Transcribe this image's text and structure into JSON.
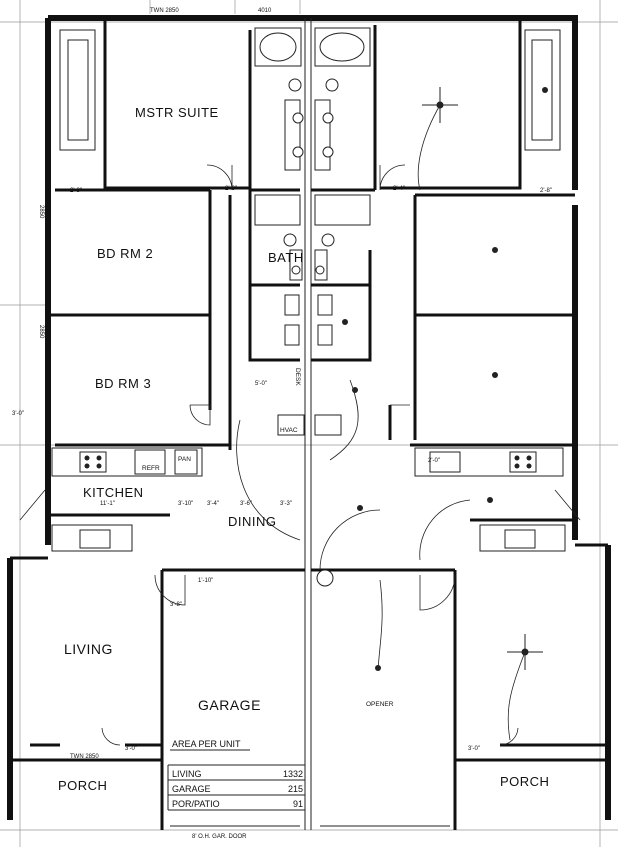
{
  "rooms": {
    "master_suite": "MSTR SUITE",
    "bedroom_2": "BD RM 2",
    "bedroom_3": "BD RM 3",
    "bath": "BATH",
    "kitchen": "KITCHEN",
    "kitchen_dim": "11'-1\"",
    "dining": "DINING",
    "living": "LIVING",
    "garage": "GARAGE",
    "porch_left": "PORCH",
    "porch_right": "PORCH",
    "desk": "DESK",
    "hvac": "HVAC",
    "pan": "PAN",
    "refr": "REFR",
    "opener": "OPENER"
  },
  "dimensions": {
    "top_window_a": "TWN 2850",
    "top_window_b": "4010",
    "side_2850_a": "2850",
    "side_2850_b": "2850",
    "porch_window": "TWN 2850",
    "d_3_0": "3'-0\"",
    "d_3_10": "3'-10\"",
    "d_3_4": "3'-4\"",
    "d_3_6": "3'-6\"",
    "d_3_3": "3'-3\"",
    "d_2_8": "2'-8\"",
    "d_2_6": "2'-6\"",
    "d_2_4": "2'-4\"",
    "d_2_0": "2'-0\"",
    "d_5_0": "5'-0\"",
    "d_3_8": "3'-8\"",
    "d_1_10": "1'-10\"",
    "garage_door": "8' O.H. GAR. DOOR"
  },
  "area_table": {
    "heading": "AREA PER UNIT",
    "rows": [
      {
        "label": "LIVING",
        "value": "1332"
      },
      {
        "label": "GARAGE",
        "value": "215"
      },
      {
        "label": "POR/PATIO",
        "value": "91"
      }
    ]
  }
}
